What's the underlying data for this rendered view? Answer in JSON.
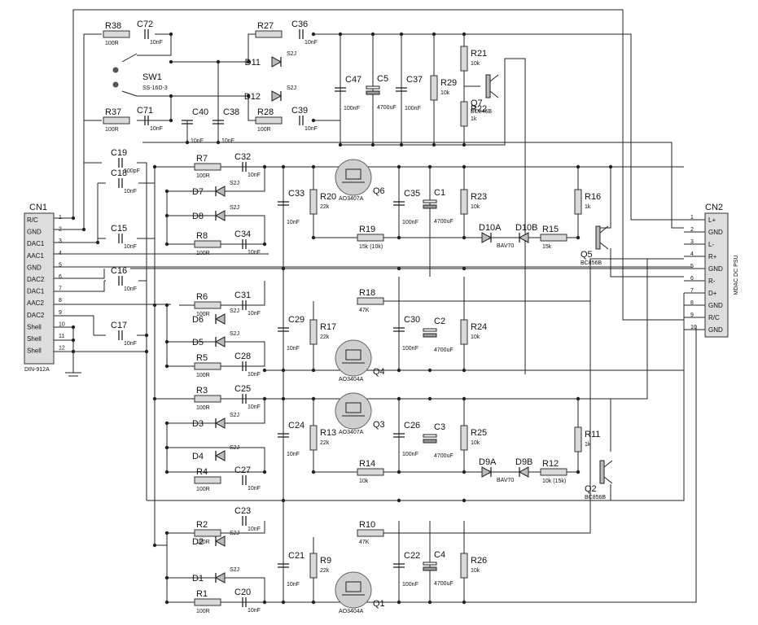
{
  "cn1": {
    "ref": "CN1",
    "part": "DIN-912A",
    "pins": [
      {
        "num": "1",
        "label": "R/C"
      },
      {
        "num": "2",
        "label": "GND"
      },
      {
        "num": "3",
        "label": "DAC1"
      },
      {
        "num": "4",
        "label": "AAC1"
      },
      {
        "num": "5",
        "label": "GND"
      },
      {
        "num": "6",
        "label": "DAC2"
      },
      {
        "num": "7",
        "label": "DAC1"
      },
      {
        "num": "8",
        "label": "AAC2"
      },
      {
        "num": "9",
        "label": "DAC2"
      },
      {
        "num": "10",
        "label": "Shell"
      },
      {
        "num": "11",
        "label": "Shell"
      },
      {
        "num": "12",
        "label": "Shell"
      }
    ]
  },
  "cn2": {
    "ref": "CN2",
    "part": "MDAC DC PSU",
    "pins": [
      {
        "num": "1",
        "label": "L+"
      },
      {
        "num": "2",
        "label": "GND"
      },
      {
        "num": "3",
        "label": "L-"
      },
      {
        "num": "4",
        "label": "R+"
      },
      {
        "num": "5",
        "label": "GND"
      },
      {
        "num": "6",
        "label": "R-"
      },
      {
        "num": "7",
        "label": "D+"
      },
      {
        "num": "8",
        "label": "GND"
      },
      {
        "num": "9",
        "label": "R/C"
      },
      {
        "num": "10",
        "label": "GND"
      }
    ]
  },
  "resistors": [
    {
      "ref": "R38",
      "value": "100R"
    },
    {
      "ref": "R37",
      "value": "100R"
    },
    {
      "ref": "R27",
      "value": ""
    },
    {
      "ref": "R28",
      "value": "100R"
    },
    {
      "ref": "R29",
      "value": "10k"
    },
    {
      "ref": "R21",
      "value": "10k"
    },
    {
      "ref": "R22",
      "value": "1k"
    },
    {
      "ref": "R7",
      "value": "100R"
    },
    {
      "ref": "R8",
      "value": "100R"
    },
    {
      "ref": "R20",
      "value": "22k"
    },
    {
      "ref": "R19",
      "value": "15k (10k)"
    },
    {
      "ref": "R23",
      "value": "10k"
    },
    {
      "ref": "R16",
      "value": "1k"
    },
    {
      "ref": "R15",
      "value": "15k"
    },
    {
      "ref": "R6",
      "value": "100R"
    },
    {
      "ref": "R5",
      "value": "100R"
    },
    {
      "ref": "R17",
      "value": "22k"
    },
    {
      "ref": "R18",
      "value": "47K"
    },
    {
      "ref": "R24",
      "value": "10k"
    },
    {
      "ref": "R3",
      "value": "100R"
    },
    {
      "ref": "R4",
      "value": "100R"
    },
    {
      "ref": "R13",
      "value": "22k"
    },
    {
      "ref": "R14",
      "value": "10k"
    },
    {
      "ref": "R25",
      "value": "10k"
    },
    {
      "ref": "R11",
      "value": "1k"
    },
    {
      "ref": "R12",
      "value": "10k (15k)"
    },
    {
      "ref": "R2",
      "value": "100R"
    },
    {
      "ref": "R1",
      "value": "100R"
    },
    {
      "ref": "R9",
      "value": "22k"
    },
    {
      "ref": "R10",
      "value": "47K"
    },
    {
      "ref": "R26",
      "value": "10k"
    }
  ],
  "capacitors": [
    {
      "ref": "C72",
      "value": "10nF"
    },
    {
      "ref": "C71",
      "value": "10nF"
    },
    {
      "ref": "C40",
      "value": "10nF"
    },
    {
      "ref": "C38",
      "value": "10nF"
    },
    {
      "ref": "C36",
      "value": "10nF"
    },
    {
      "ref": "C39",
      "value": "10nF"
    },
    {
      "ref": "C47",
      "value": "100nF"
    },
    {
      "ref": "C5",
      "value": "4700uF"
    },
    {
      "ref": "C37",
      "value": "100nF"
    },
    {
      "ref": "C19",
      "value": "100pF"
    },
    {
      "ref": "C18",
      "value": "10nF"
    },
    {
      "ref": "C15",
      "value": "10nF"
    },
    {
      "ref": "C16",
      "value": "10nF"
    },
    {
      "ref": "C17",
      "value": "10nF"
    },
    {
      "ref": "C32",
      "value": "10nF"
    },
    {
      "ref": "C34",
      "value": "10nF"
    },
    {
      "ref": "C33",
      "value": "10nF"
    },
    {
      "ref": "C35",
      "value": "100nF"
    },
    {
      "ref": "C1",
      "value": "4700uF"
    },
    {
      "ref": "C31",
      "value": "10nF"
    },
    {
      "ref": "C28",
      "value": "10nF"
    },
    {
      "ref": "C29",
      "value": "10nF"
    },
    {
      "ref": "C30",
      "value": "100nF"
    },
    {
      "ref": "C2",
      "value": "4700uF"
    },
    {
      "ref": "C25",
      "value": "10nF"
    },
    {
      "ref": "C27",
      "value": "10nF"
    },
    {
      "ref": "C24",
      "value": "10nF"
    },
    {
      "ref": "C26",
      "value": "100nF"
    },
    {
      "ref": "C3",
      "value": "4700uF"
    },
    {
      "ref": "C23",
      "value": "10nF"
    },
    {
      "ref": "C20",
      "value": "10nF"
    },
    {
      "ref": "C21",
      "value": "10nF"
    },
    {
      "ref": "C22",
      "value": "100nF"
    },
    {
      "ref": "C4",
      "value": "4700uF"
    }
  ],
  "diodes": [
    {
      "ref": "D11",
      "value": "S2J"
    },
    {
      "ref": "D12",
      "value": "S2J"
    },
    {
      "ref": "D7",
      "value": "S2J"
    },
    {
      "ref": "D8",
      "value": "S2J"
    },
    {
      "ref": "D6",
      "value": "S2J"
    },
    {
      "ref": "D5",
      "value": "S2J"
    },
    {
      "ref": "D3",
      "value": "S2J"
    },
    {
      "ref": "D4",
      "value": "S2J"
    },
    {
      "ref": "D2",
      "value": "S2J"
    },
    {
      "ref": "D1",
      "value": "S2J"
    },
    {
      "ref": "D10A",
      "value": "BAV70"
    },
    {
      "ref": "D10B",
      "value": ""
    },
    {
      "ref": "D9A",
      "value": "BAV70"
    },
    {
      "ref": "D9B",
      "value": ""
    }
  ],
  "transistors": [
    {
      "ref": "Q7",
      "value": "BC846B"
    },
    {
      "ref": "Q5",
      "value": "BC856B"
    },
    {
      "ref": "Q2",
      "value": "BC856B"
    }
  ],
  "mosfets": [
    {
      "ref": "Q6",
      "value": "AO3407A"
    },
    {
      "ref": "Q4",
      "value": "AO3404A"
    },
    {
      "ref": "Q3",
      "value": "AO3407A"
    },
    {
      "ref": "Q1",
      "value": "AO3404A"
    }
  ],
  "switch": {
    "ref": "SW1",
    "value": "SS-16D-3"
  }
}
